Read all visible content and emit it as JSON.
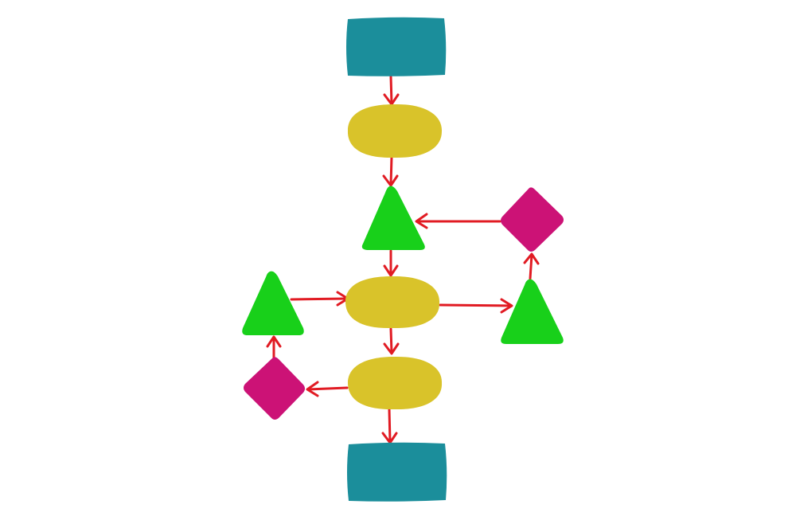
{
  "colors": {
    "background": "#ffffff",
    "rectangle": "#1b8e9b",
    "ellipse": "#d9c32a",
    "triangle": "#18d01a",
    "diamond": "#cc1276",
    "arrow": "#e11b23"
  },
  "nodes": [
    {
      "id": "start",
      "shape": "rectangle",
      "label": ""
    },
    {
      "id": "process-1",
      "shape": "ellipse",
      "label": ""
    },
    {
      "id": "decision-1",
      "shape": "triangle",
      "label": ""
    },
    {
      "id": "feedback-diamond-right",
      "shape": "diamond",
      "label": ""
    },
    {
      "id": "process-2",
      "shape": "ellipse",
      "label": ""
    },
    {
      "id": "triangle-left",
      "shape": "triangle",
      "label": ""
    },
    {
      "id": "triangle-right",
      "shape": "triangle",
      "label": ""
    },
    {
      "id": "process-3",
      "shape": "ellipse",
      "label": ""
    },
    {
      "id": "diamond-left",
      "shape": "diamond",
      "label": ""
    },
    {
      "id": "end",
      "shape": "rectangle",
      "label": ""
    }
  ],
  "edges": [
    {
      "from": "start",
      "to": "process-1"
    },
    {
      "from": "process-1",
      "to": "decision-1"
    },
    {
      "from": "feedback-diamond-right",
      "to": "decision-1"
    },
    {
      "from": "decision-1",
      "to": "process-2"
    },
    {
      "from": "triangle-left",
      "to": "process-2"
    },
    {
      "from": "process-2",
      "to": "triangle-right"
    },
    {
      "from": "triangle-right",
      "to": "feedback-diamond-right"
    },
    {
      "from": "process-2",
      "to": "process-3"
    },
    {
      "from": "process-3",
      "to": "diamond-left"
    },
    {
      "from": "diamond-left",
      "to": "triangle-left"
    },
    {
      "from": "process-3",
      "to": "end"
    }
  ]
}
